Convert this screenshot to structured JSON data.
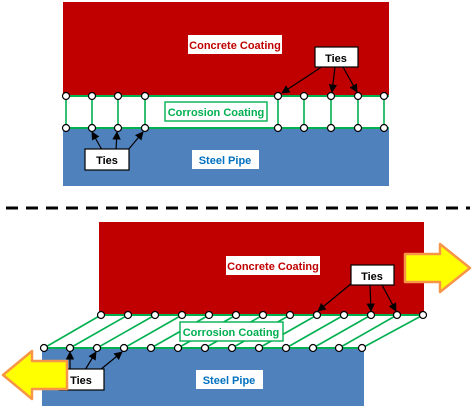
{
  "top_panel": {
    "concrete_label": "Concrete Coating",
    "corrosion_label": "Corrosion Coating",
    "pipe_label": "Steel Pipe",
    "ties_label_right": "Ties",
    "ties_label_left": "Ties"
  },
  "bottom_panel": {
    "concrete_label": "Concrete Coating",
    "corrosion_label": "Corrosion Coating",
    "pipe_label": "Steel Pipe",
    "ties_label_right": "Ties",
    "ties_label_left": "Ties"
  },
  "colors": {
    "concrete": "#c00000",
    "steel": "#4f81bd",
    "corrosion_line": "#00b050",
    "concrete_text": "#c00000",
    "pipe_text": "#0070c0",
    "arrow_fill": "#ffff00",
    "arrow_stroke": "#f79646"
  }
}
